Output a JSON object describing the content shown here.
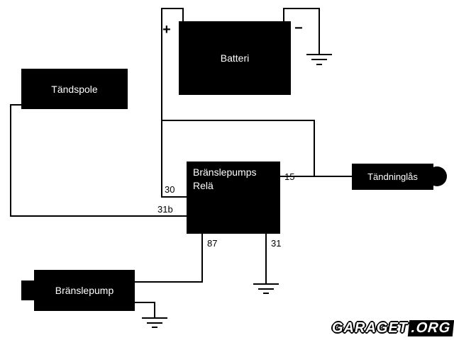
{
  "diagram": {
    "components": {
      "battery": {
        "label": "Batteri"
      },
      "ignition_coil": {
        "label": "Tändspole"
      },
      "relay": {
        "label": "Bränslepumps\nRelä"
      },
      "ignition_lock": {
        "label": "Tändninglås"
      },
      "fuel_pump": {
        "label": "Bränslepump"
      }
    },
    "terminals": {
      "t30": "30",
      "t31b": "31b",
      "t15": "15",
      "t87": "87",
      "t31": "31"
    },
    "polarity": {
      "plus": "+",
      "minus": "−"
    },
    "colors": {
      "box_fill": "#000000",
      "box_text": "#ffffff",
      "wire": "#000000",
      "background": "#ffffff"
    }
  },
  "watermark": {
    "site": "GARAGET",
    "tld": ".ORG"
  }
}
